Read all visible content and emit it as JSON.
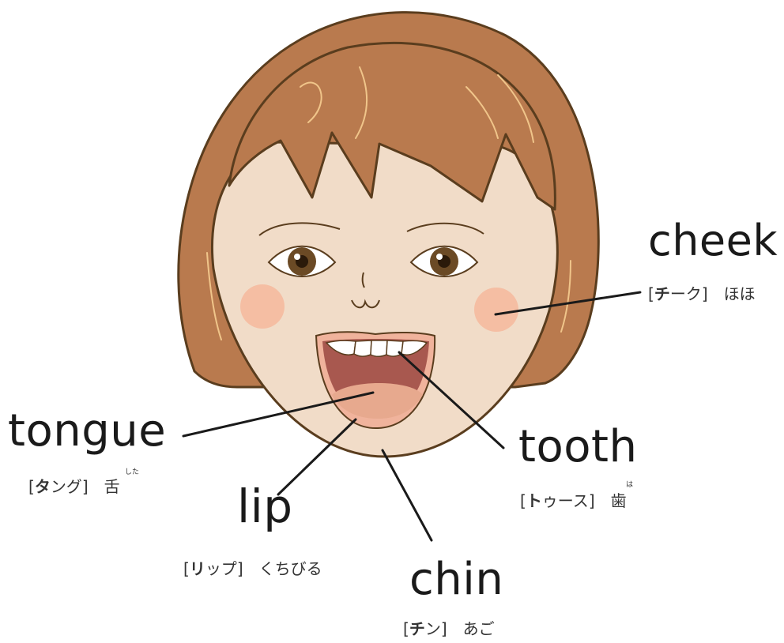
{
  "labels": {
    "cheek": {
      "word": "cheek",
      "kana_bold": "チ",
      "kana_rest": "ーク",
      "japanese": "ほほ",
      "ruby": ""
    },
    "tongue": {
      "word": "tongue",
      "kana_bold": "タ",
      "kana_rest": "ング",
      "japanese": "舌",
      "ruby": "した"
    },
    "tooth": {
      "word": "tooth",
      "kana_bold": "ト",
      "kana_rest": "ゥース",
      "japanese": "歯",
      "ruby": "は"
    },
    "lip": {
      "word": "lip",
      "kana_bold": "リ",
      "kana_rest": "ップ",
      "japanese": "くちびる",
      "ruby": ""
    },
    "chin": {
      "word": "chin",
      "kana_bold": "チ",
      "kana_rest": "ン",
      "japanese": "あご",
      "ruby": ""
    }
  },
  "colors": {
    "hair": "#b97a4e",
    "hair_strand": "#f0c58a",
    "outline": "#5a3d1e",
    "skin": "#f1dcc8",
    "blush": "#f6b79a",
    "iris": "#6b4a25",
    "mouth": "#a8584f",
    "tongue": "#e7a98e",
    "lip": "#f0b39c",
    "teeth": "#ffffff",
    "pointer": "#1a1a1a"
  }
}
